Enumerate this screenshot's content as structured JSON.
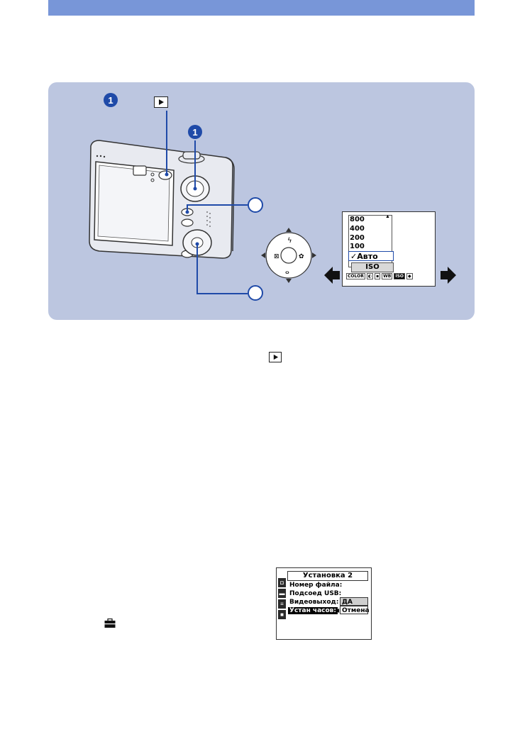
{
  "header": {
    "color": "#7896d8"
  },
  "panel": {
    "color": "#bcc6e0",
    "steps": {
      "one": "1",
      "one_again": "1"
    }
  },
  "iso_menu": {
    "items": [
      "800",
      "400",
      "200",
      "100"
    ],
    "selected": "Авто",
    "label": "ISO",
    "bar": [
      "COLOR",
      "WB",
      "ISO"
    ]
  },
  "setup_menu": {
    "title": "Установка 2",
    "rows": [
      "Номер файла:",
      "Подсоед USB:",
      "Видеовыход:",
      "Устан часов:"
    ],
    "options": [
      "ДА",
      "Отмена"
    ]
  },
  "icons": {
    "playback": "play-button-icon",
    "setup": "toolbox-icon"
  }
}
